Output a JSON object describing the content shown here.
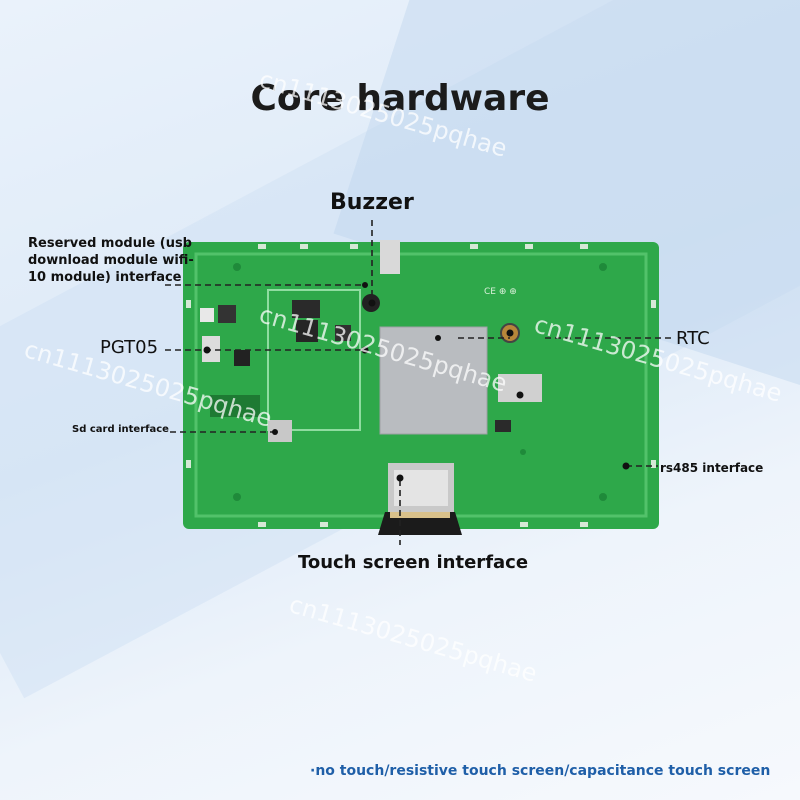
{
  "title": "Core hardware",
  "labels": {
    "buzzer": "Buzzer",
    "reserved": "Reserved module (usb download module wifi-10 module) interface",
    "pgt05": "PGT05",
    "rtc": "RTC",
    "sd": "Sd card interface",
    "rs485": "rs485 interface",
    "touch": "Touch screen interface"
  },
  "footnote": "·no touch/resistive touch screen/capacitance touch screen",
  "watermark": "cn1113025025pqhae",
  "colors": {
    "pcb": "#2ea84a",
    "pcb_light": "#52c26a",
    "shield": "#b9bcc0",
    "footnote": "#1f5fa8"
  }
}
